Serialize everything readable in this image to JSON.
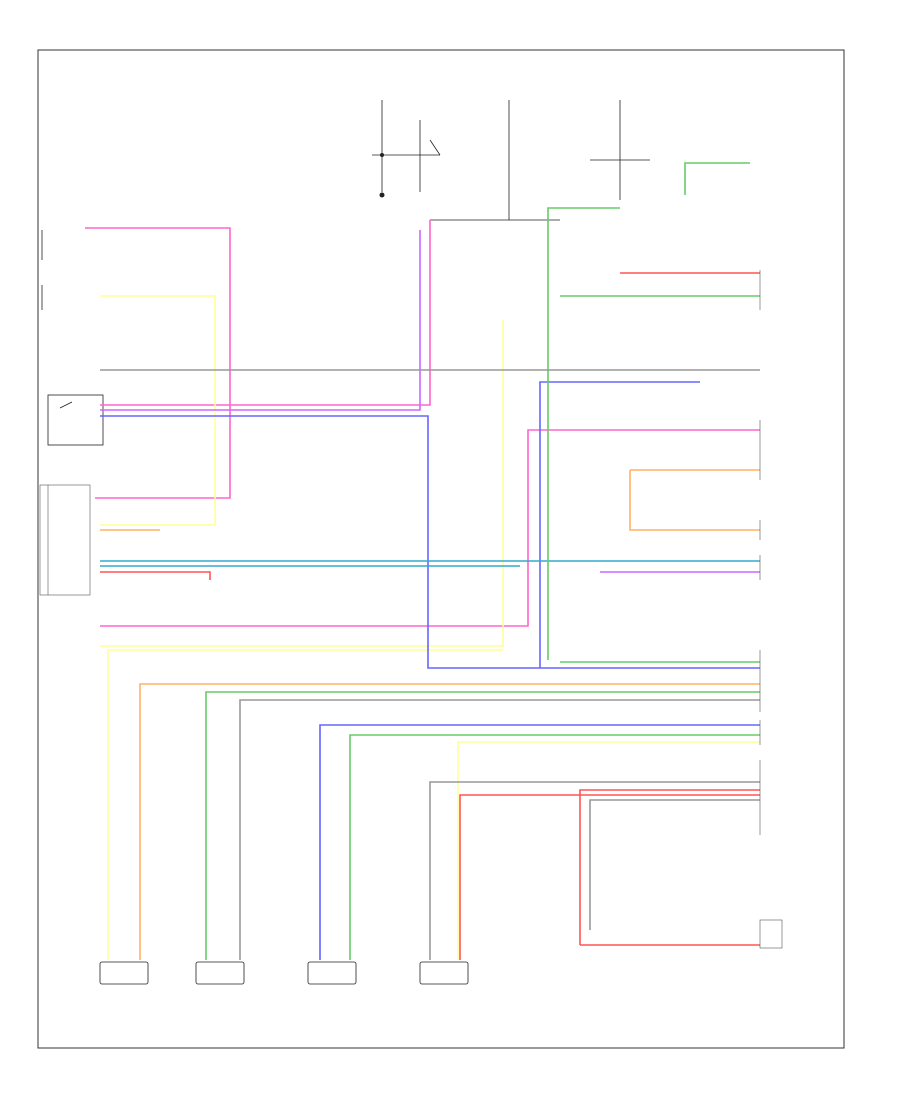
{
  "diagram": {
    "footer_code": "",
    "colors": {
      "pink": "#ff66cc",
      "yellow": "#ffff99",
      "orange": "#ffb266",
      "green": "#66cc66",
      "blue": "#6666ff",
      "red": "#ff5555",
      "cyan": "#33aacc",
      "violet": "#cc66ff",
      "gray": "#999999",
      "black": "#222222"
    },
    "wires": [
      {
        "name": "wire-pink-upper-left",
        "color": "pink"
      },
      {
        "name": "wire-yellow-left",
        "color": "yellow"
      },
      {
        "name": "wire-blue-left",
        "color": "blue"
      },
      {
        "name": "wire-violet-left",
        "color": "violet"
      },
      {
        "name": "wire-orange-center",
        "color": "orange"
      },
      {
        "name": "wire-cyan-center",
        "color": "cyan"
      },
      {
        "name": "wire-green-right",
        "color": "green"
      },
      {
        "name": "wire-red-center",
        "color": "red"
      },
      {
        "name": "wire-gray-right",
        "color": "gray"
      }
    ]
  }
}
